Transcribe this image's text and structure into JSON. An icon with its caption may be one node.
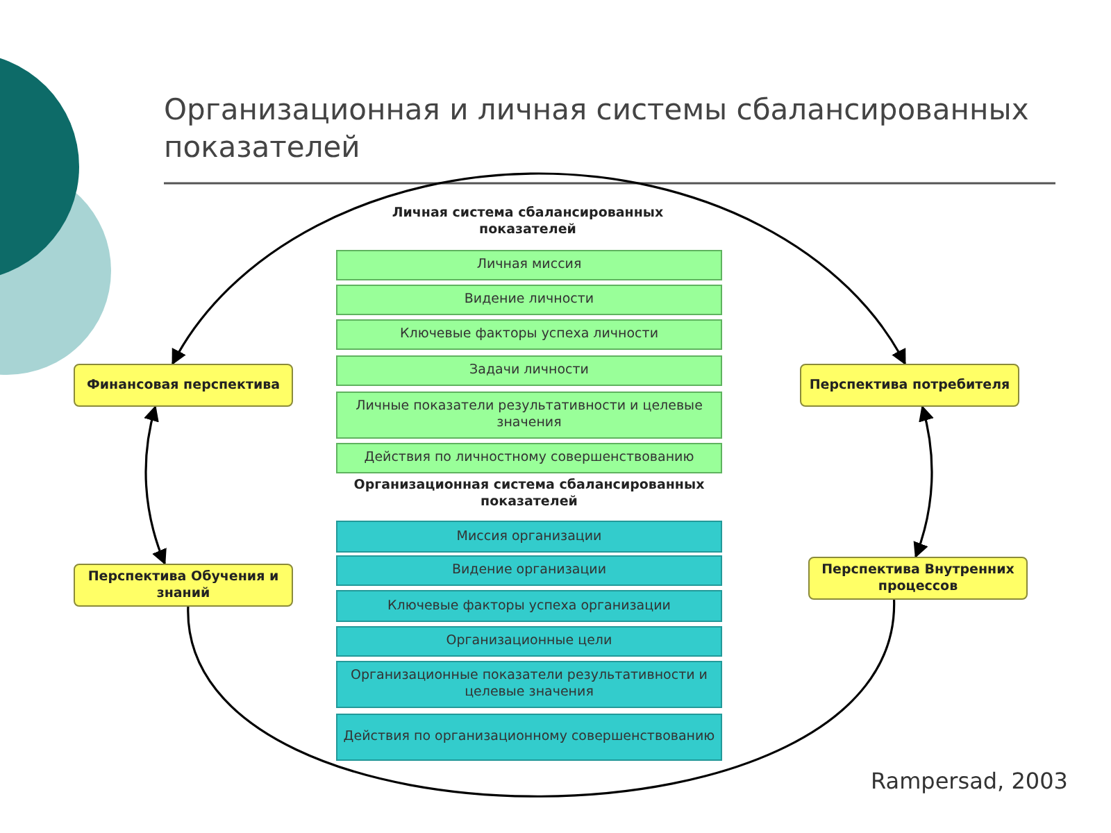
{
  "diagram": {
    "title": "Организационная и личная системы сбалансированных показателей",
    "nodes": [
      {
        "text": [
          "Финансовая перспектива"
        ]
      },
      {
        "text": [
          "Перспектива потребителя"
        ]
      },
      {
        "text": [
          "Личная миссия"
        ]
      },
      {
        "text": [
          "Видение личности"
        ]
      },
      {
        "text": [
          "Ключевые факторы успеха личности"
        ]
      },
      {
        "text": [
          "Задачи личности"
        ]
      },
      {
        "text": [
          "Личные показатели результативности и целевые значения"
        ]
      },
      {
        "text": [
          "Действия по личностному совершенствованию"
        ]
      },
      {
        "text": [
          "Перспектива Обучения и знаний"
        ]
      },
      {
        "text": [
          "Перспектива Внутренних процессов"
        ]
      },
      {
        "text": [
          "Миссия организации"
        ]
      },
      {
        "text": [
          "Видение организации"
        ]
      },
      {
        "text": [
          "Ключевые факторы успеха организации"
        ]
      },
      {
        "text": [
          "Организационные цели"
        ]
      },
      {
        "text": [
          "Организационные показатели результативности и целевые значения"
        ]
      },
      {
        "text": [
          "Действия по организационному совершенствованию"
        ]
      }
    ],
    "edges": [
      {
        "from": 0,
        "to": 1,
        "arrow": "both"
      },
      {
        "from": 0,
        "to": 8,
        "arrow": "both"
      },
      {
        "from": 1,
        "to": 9,
        "arrow": "both"
      },
      {
        "from": 8,
        "to": 9,
        "arrow": "none"
      }
    ],
    "labels": [
      "Личная система сбалансированных показателей",
      "Организационная система сбалансированных показателей",
      "Rampersad, 2003"
    ]
  }
}
